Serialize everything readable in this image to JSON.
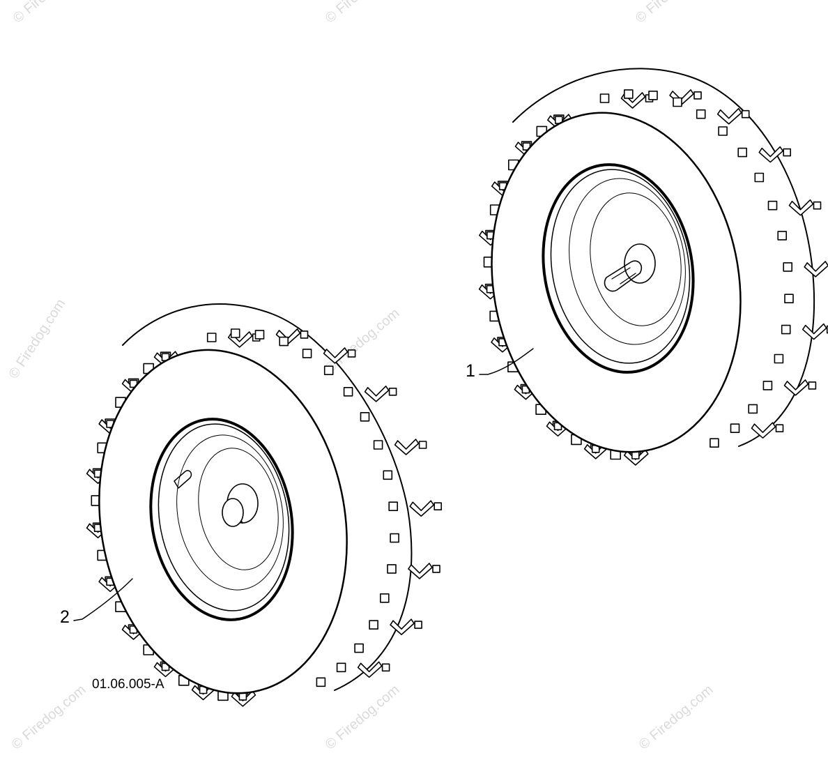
{
  "diagram": {
    "figure_id": "01.06.005-A",
    "callouts": [
      {
        "number": "1",
        "part": "wheel-right"
      },
      {
        "number": "2",
        "part": "wheel-left"
      }
    ],
    "watermark": "© Firedog.com",
    "watermark_color": "#dadada",
    "line_color": "#000000"
  }
}
